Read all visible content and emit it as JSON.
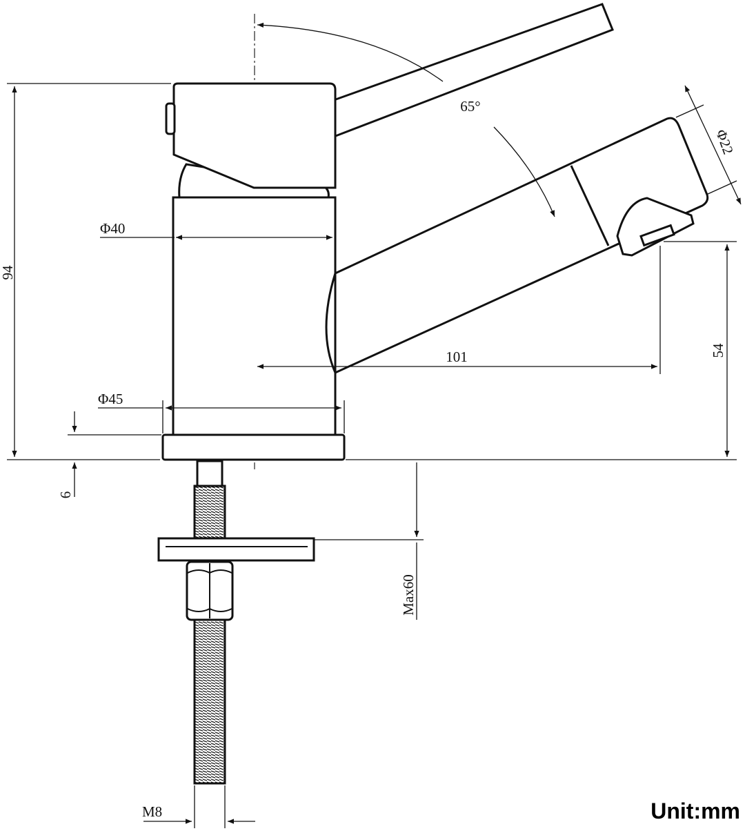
{
  "drawing": {
    "dimensions": {
      "lever_angle": "65°",
      "outlet_diameter": "Φ22",
      "body_diameter": "Φ40",
      "base_diameter": "Φ45",
      "total_height": "94",
      "spout_height": "54",
      "spout_reach": "101",
      "base_thickness": "6",
      "max_counter_thickness": "Max60",
      "thread_size": "M8"
    },
    "unit_label": "Unit:mm"
  }
}
